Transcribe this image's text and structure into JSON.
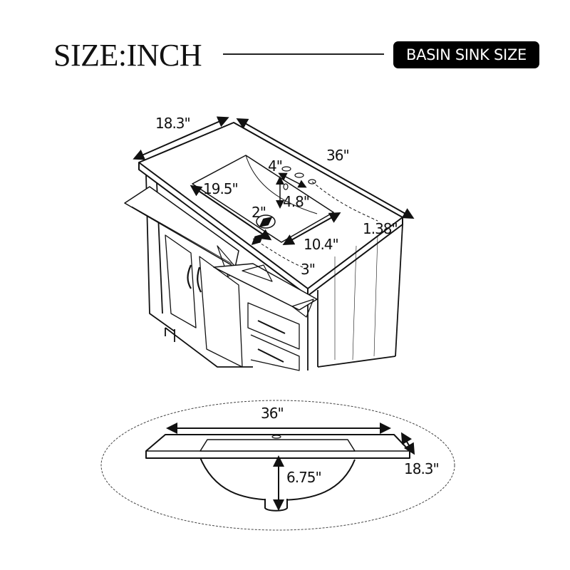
{
  "header": {
    "title": "SIZE:INCH",
    "badge_label": "BASIN SINK SIZE"
  },
  "vanity_view": {
    "dimensions": {
      "depth": "18.3\"",
      "width": "36\"",
      "basin_length": "19.5\"",
      "faucet_spacing": "4\"",
      "basin_to_faucet": "4.8\"",
      "drain": "2\"",
      "basin_width": "10.4\"",
      "top_thickness": "1.38\"",
      "front_edge": "3\""
    }
  },
  "sink_view": {
    "dimensions": {
      "width": "36\"",
      "depth": "18.3\"",
      "bowl_height": "6.75\""
    }
  },
  "colors": {
    "line": "#111111",
    "badge_bg": "#000000",
    "badge_text": "#ffffff",
    "background": "#ffffff"
  }
}
